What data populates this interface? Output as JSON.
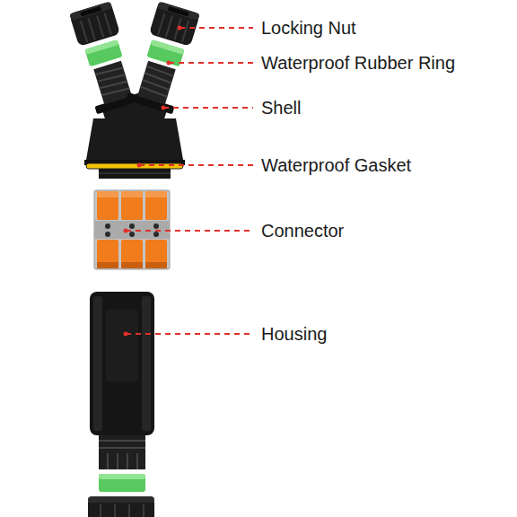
{
  "diagram": {
    "labels": [
      "Locking Nut",
      "Waterproof Rubber Ring",
      "Shell",
      "Waterproof Gasket",
      "Connector",
      "Housing"
    ]
  }
}
